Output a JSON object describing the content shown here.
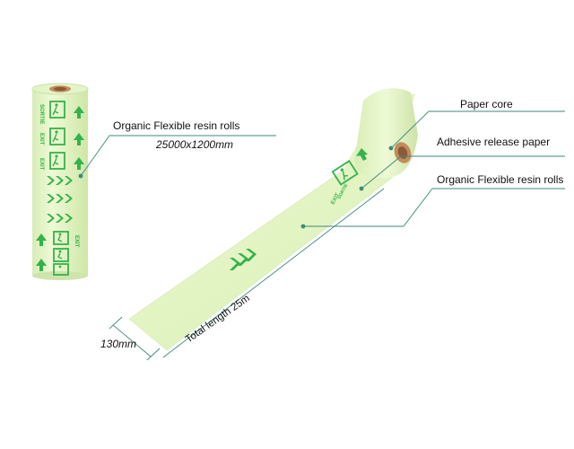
{
  "labels": {
    "roll_name": "Organic Flexible resin rolls",
    "roll_size": "25000x1200mm",
    "paper_core": "Paper core",
    "release_paper": "Adhesive release paper",
    "strip_name": "Organic Flexible resin rolls",
    "width": "130mm",
    "length": "Total length 25m"
  },
  "sign_text": [
    "EXIT",
    "SORTIE"
  ],
  "colors": {
    "resin": "#e7f7c6",
    "resin_shade": "#d2e9ad",
    "sign_green": "#33b34a",
    "core": "#c48a5c",
    "leader": "#3b8a7a"
  }
}
